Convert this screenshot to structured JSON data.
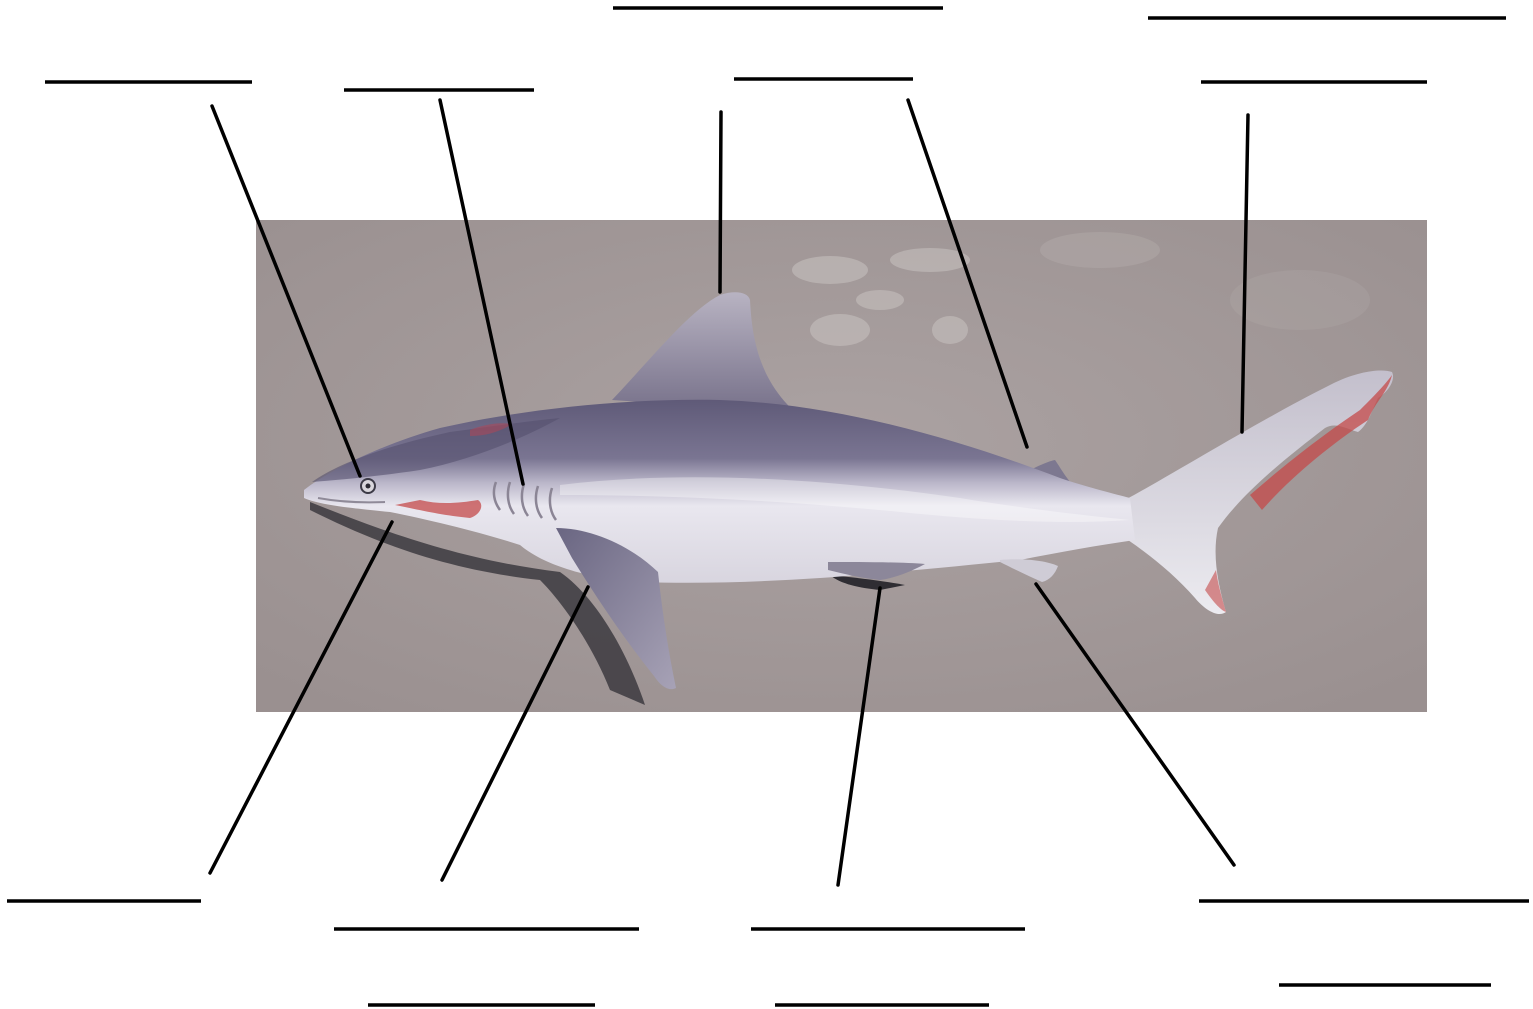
{
  "diagram": {
    "kind": "unlabeled anatomy worksheet",
    "subject_icon": "shark-photo",
    "colors": {
      "background": "#ffffff",
      "photo_backdrop": "#a59b9b",
      "leader_line": "#000000",
      "shark_dorsal": "#6f6a86",
      "shark_belly": "#ece9ef",
      "blood_marks": "#c44a4a"
    },
    "labels": [
      {
        "id": "eye",
        "text": ""
      },
      {
        "id": "gill-slits",
        "text": ""
      },
      {
        "id": "first-dorsal-fin",
        "text": ""
      },
      {
        "id": "second-dorsal-fin",
        "text": ""
      },
      {
        "id": "caudal-fin",
        "text": ""
      },
      {
        "id": "mouth",
        "text": ""
      },
      {
        "id": "pectoral-fin",
        "text": ""
      },
      {
        "id": "pelvic-fin",
        "text": ""
      },
      {
        "id": "anal-fin",
        "text": ""
      }
    ]
  }
}
